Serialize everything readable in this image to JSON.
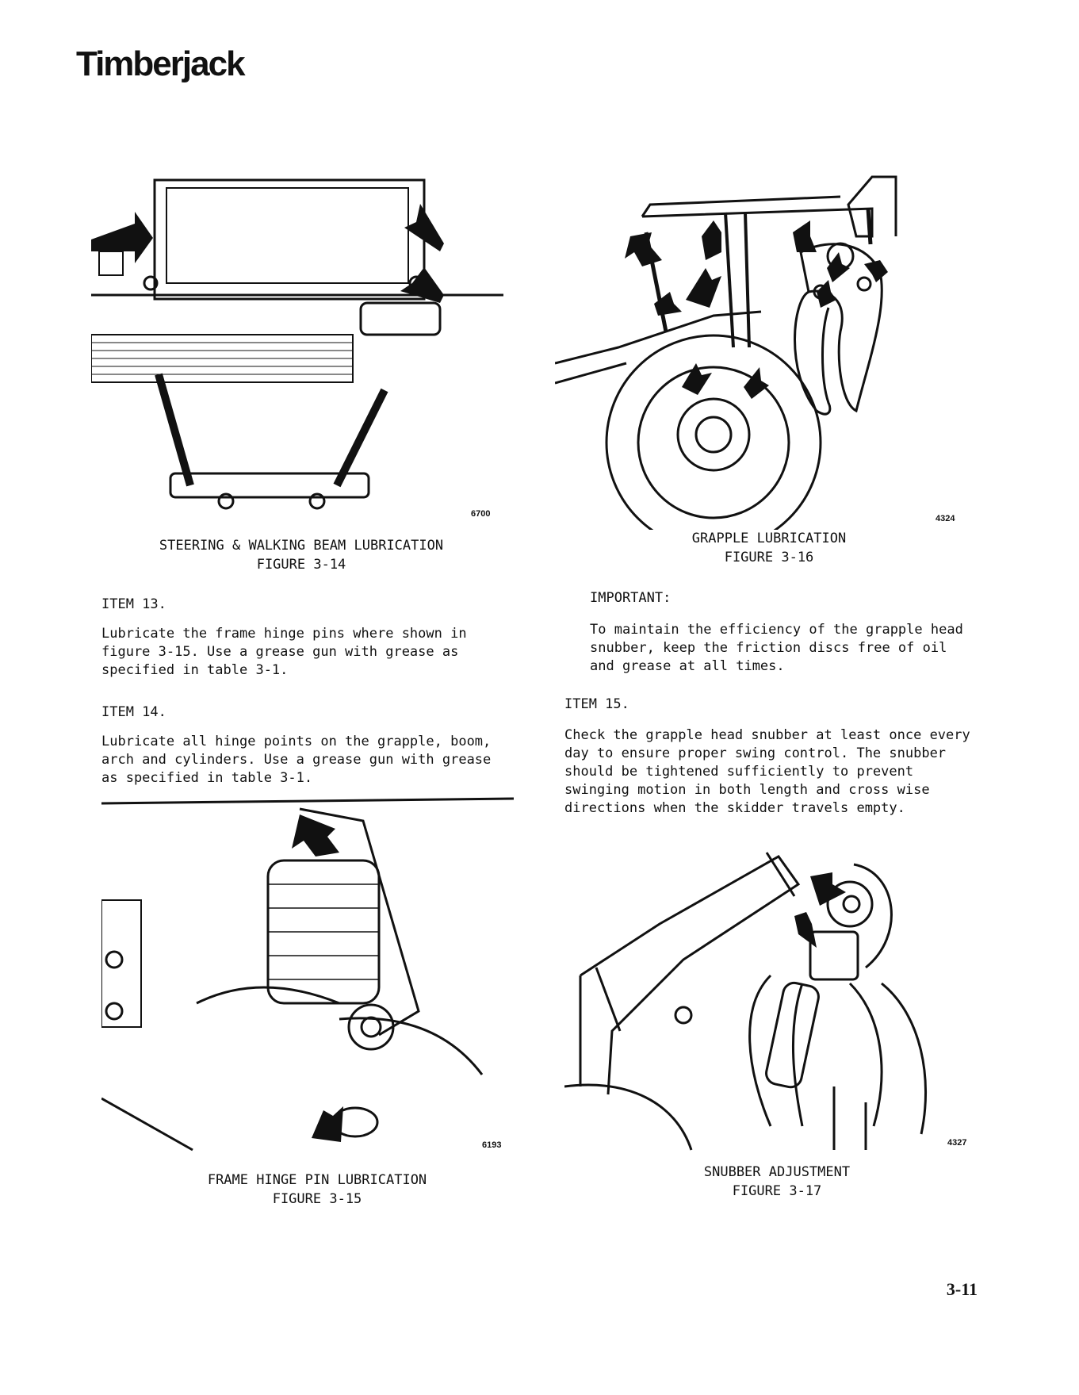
{
  "brand": "Timberjack",
  "figures": {
    "f14": {
      "code": "6700",
      "caption_line1": "STEERING & WALKING BEAM LUBRICATION",
      "caption_line2": "FIGURE 3-14"
    },
    "f15": {
      "code": "6193",
      "caption_line1": "FRAME HINGE PIN LUBRICATION",
      "caption_line2": "FIGURE 3-15"
    },
    "f16": {
      "code": "4324",
      "caption_line1": "GRAPPLE LUBRICATION",
      "caption_line2": "FIGURE 3-16"
    },
    "f17": {
      "code": "4327",
      "caption_line1": "SNUBBER ADJUSTMENT",
      "caption_line2": "FIGURE 3-17"
    }
  },
  "left_column": {
    "item13_head": "ITEM 13.",
    "item13_text": "Lubricate the frame hinge pins where shown in figure 3-15. Use a grease gun with grease as specified in table 3-1.",
    "item14_head": "ITEM 14.",
    "item14_text": "Lubricate all hinge points on the grapple, boom, arch and cylinders. Use a grease gun with grease as specified in table 3-1."
  },
  "right_column": {
    "important_head": "IMPORTANT:",
    "important_text": "To maintain the efficiency of the grapple head snubber, keep the friction discs free of oil and grease at all times.",
    "item15_head": "ITEM 15.",
    "item15_text": "Check the grapple head snubber at least once every day to ensure proper swing control. The snubber should be tightened sufficiently to prevent swinging motion in both length and cross wise directions when the skidder travels empty."
  },
  "page_number": "3-11"
}
